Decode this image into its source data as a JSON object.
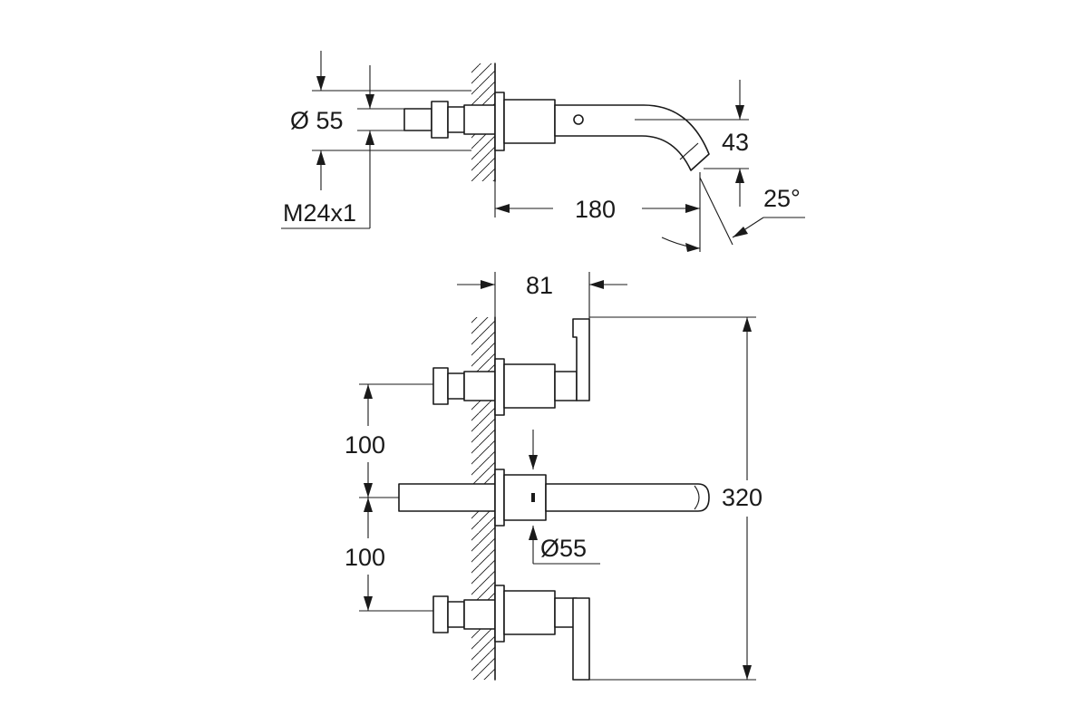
{
  "side_view": {
    "diameter": "Ø 55",
    "thread": "M24x1",
    "projection": "180",
    "height": "43",
    "angle": "25°"
  },
  "front_view": {
    "depth": "81",
    "spacing_upper": "100",
    "spacing_lower": "100",
    "overall_height": "320",
    "diameter": "Ø55"
  }
}
